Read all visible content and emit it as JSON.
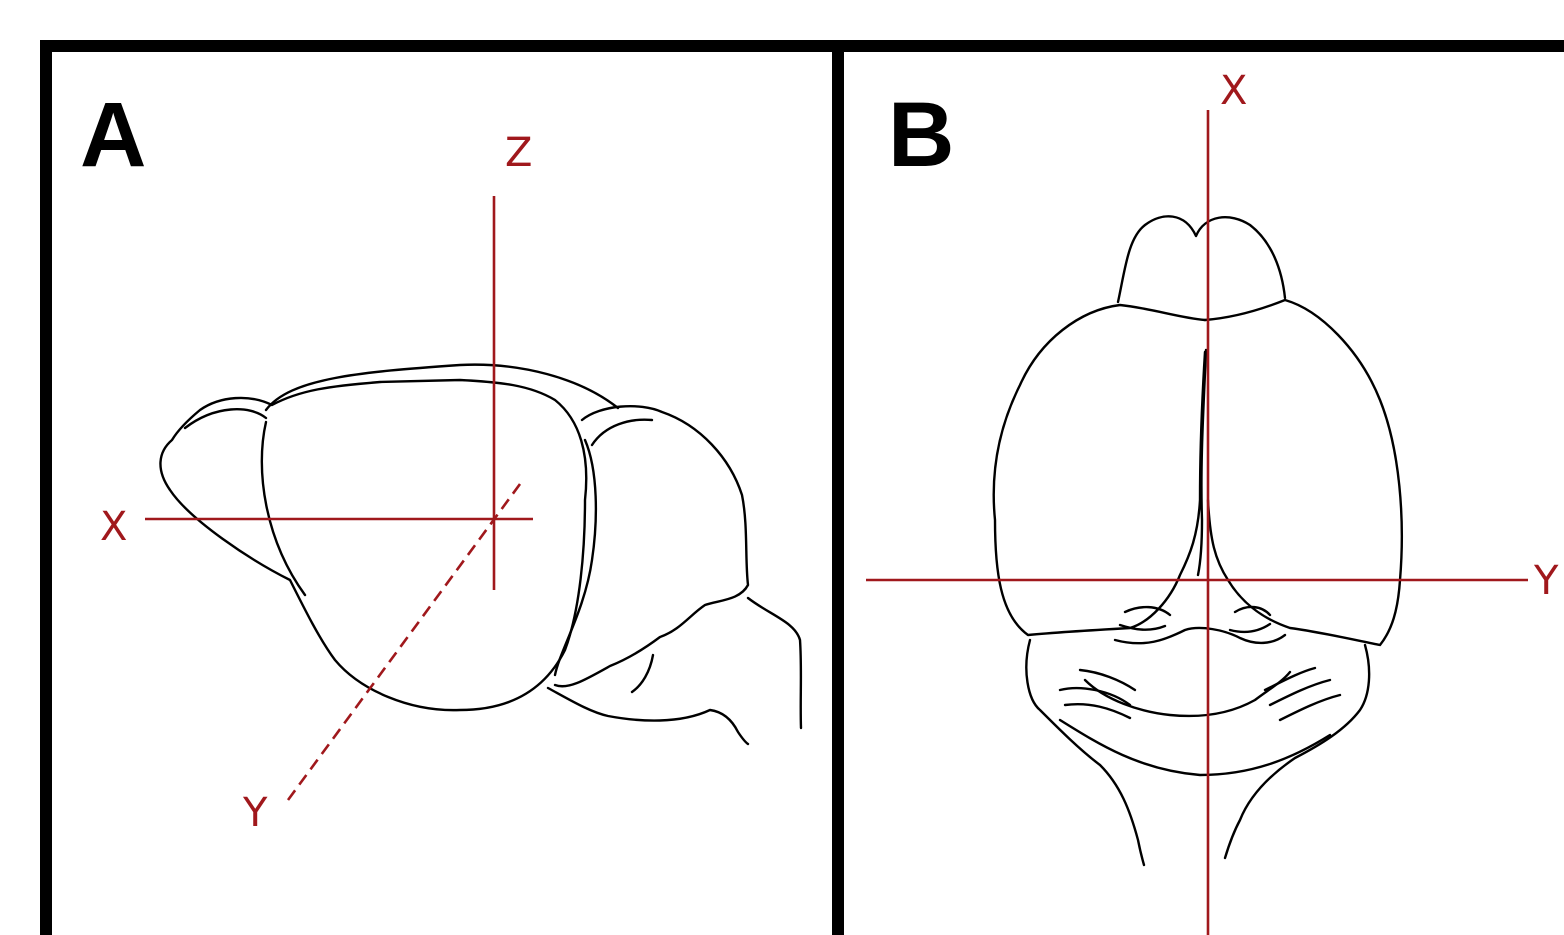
{
  "panels": {
    "a": {
      "letter": "A",
      "axis_labels": {
        "x": "X",
        "y": "Y",
        "z": "Z"
      }
    },
    "b": {
      "letter": "B",
      "axis_labels": {
        "x": "X",
        "y": "Y"
      }
    }
  },
  "colors": {
    "frame": "#000000",
    "axis": "#a0181c",
    "drawing": "#000000",
    "background": "#ffffff"
  },
  "icons": {
    "panel_a_drawing": "brain-lateral-view-icon",
    "panel_b_drawing": "brain-dorsal-view-icon"
  }
}
